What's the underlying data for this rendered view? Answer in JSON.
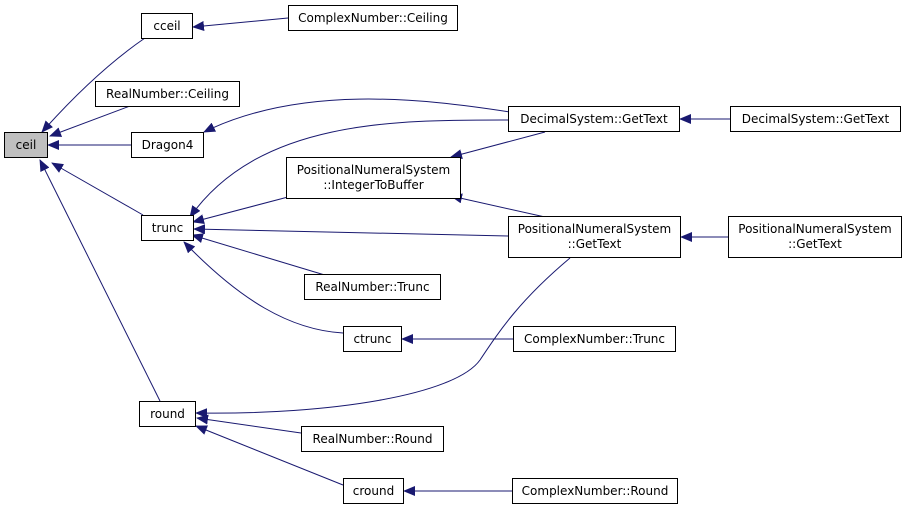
{
  "graph": {
    "colors": {
      "edge": "#191970",
      "node_border": "#000000",
      "root_fill": "#bfbfbf"
    },
    "nodes": {
      "ceil": "ceil",
      "cceil": "cceil",
      "complex_ceiling": "ComplexNumber::Ceiling",
      "real_ceiling": "RealNumber::Ceiling",
      "dragon4": "Dragon4",
      "decimal_gettext_a": "DecimalSystem::GetText",
      "decimal_gettext_b": "DecimalSystem::GetText",
      "positional_int_to_buffer": [
        "PositionalNumeralSystem",
        "::IntegerToBuffer"
      ],
      "trunc": "trunc",
      "positional_gettext_a": [
        "PositionalNumeralSystem",
        "::GetText"
      ],
      "positional_gettext_b": [
        "PositionalNumeralSystem",
        "::GetText"
      ],
      "real_trunc": "RealNumber::Trunc",
      "ctrunc": "ctrunc",
      "complex_trunc": "ComplexNumber::Trunc",
      "round": "round",
      "real_round": "RealNumber::Round",
      "cround": "cround",
      "complex_round": "ComplexNumber::Round"
    }
  }
}
